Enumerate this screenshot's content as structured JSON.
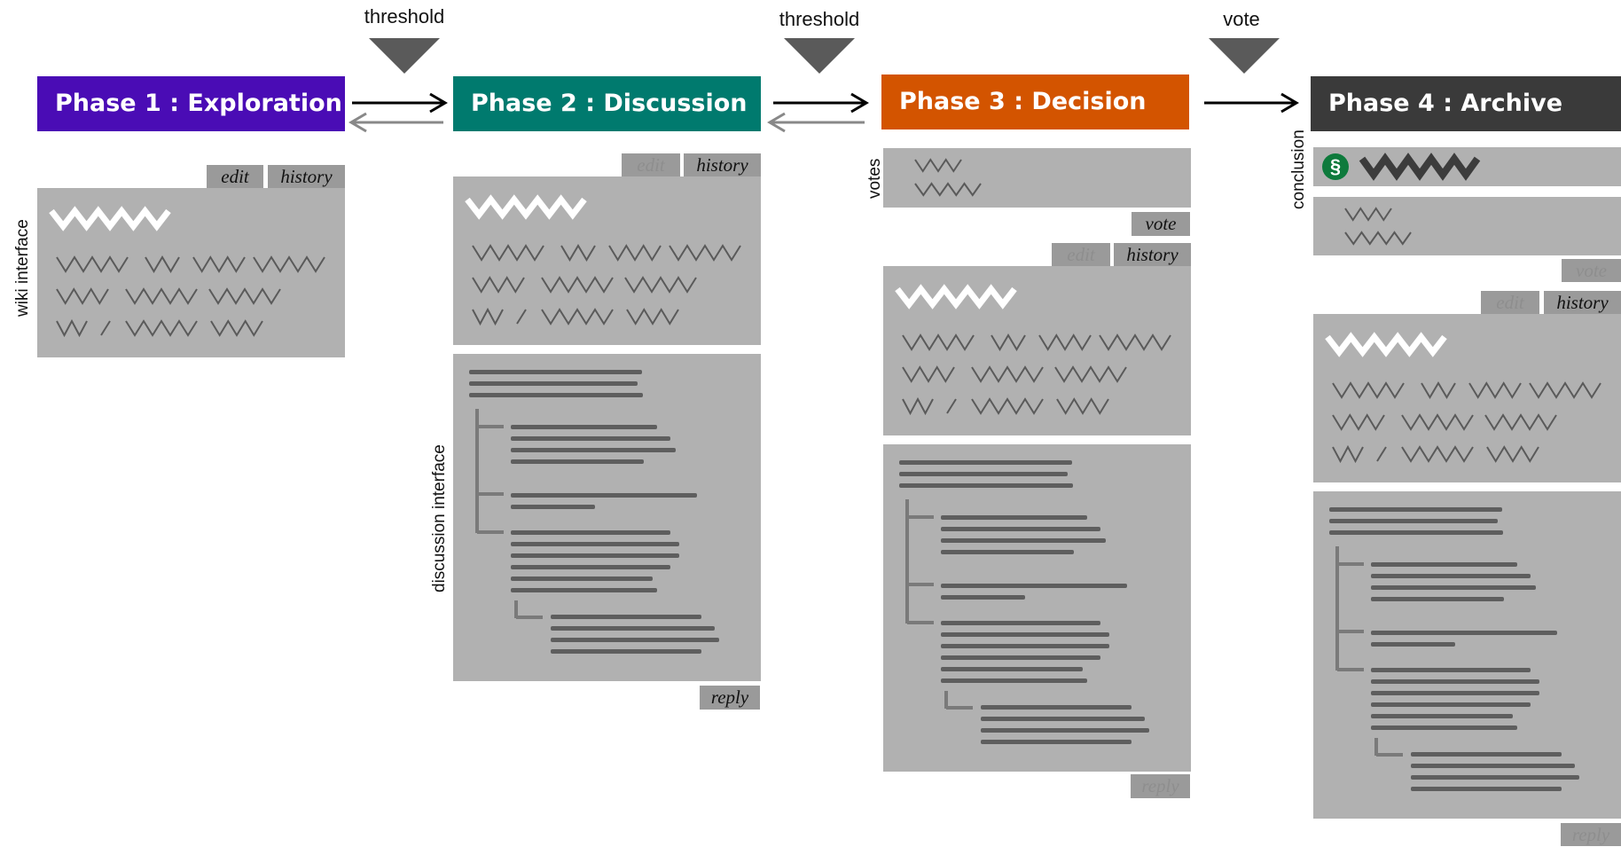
{
  "colors": {
    "phase1": "#4a0cb5",
    "phase2": "#007a6e",
    "phase3": "#d35400",
    "phase4": "#3a3a3a",
    "panel": "#b1b1b1",
    "squiggle": "#5a5a5a",
    "section_icon": "#0e7a3c"
  },
  "triggers": {
    "t1": "threshold",
    "t2": "threshold",
    "t3": "vote"
  },
  "phases": {
    "p1": {
      "title": "Phase 1 : Exploration"
    },
    "p2": {
      "title": "Phase 2 : Discussion"
    },
    "p3": {
      "title": "Phase 3 : Decision"
    },
    "p4": {
      "title": "Phase 4 : Archive"
    }
  },
  "side_labels": {
    "wiki": "wiki interface",
    "discussion": "discussion interface",
    "votes": "votes",
    "conclusion": "conclusion"
  },
  "buttons": {
    "edit": "edit",
    "history": "history",
    "reply": "reply",
    "vote": "vote"
  },
  "icons": {
    "section": "§"
  }
}
